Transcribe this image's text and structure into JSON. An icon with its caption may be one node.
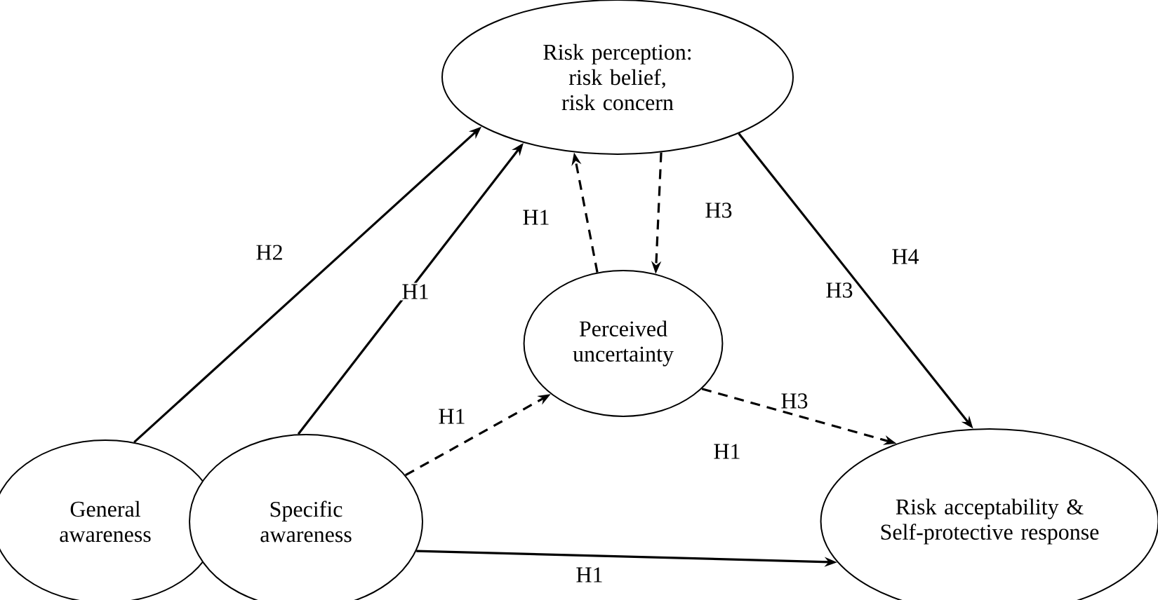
{
  "diagram": {
    "nodes": [
      {
        "text": [
          "Risk perception: risk belief, risk concern"
        ]
      },
      {
        "text": [
          "Perceived uncertainty"
        ]
      },
      {
        "text": [
          "General awareness"
        ]
      },
      {
        "text": [
          "Specific awareness"
        ]
      },
      {
        "text": [
          "Risk acceptability & Self-protective response"
        ]
      }
    ],
    "edges": [
      {
        "from": 2,
        "to": 0,
        "arrow": "to",
        "label": "H2"
      },
      {
        "from": 3,
        "to": 0,
        "arrow": "to",
        "label": "H1"
      },
      {
        "from": 1,
        "to": 0,
        "arrow": "to",
        "label": "H1",
        "style": "dashed"
      },
      {
        "from": 0,
        "to": 1,
        "arrow": "to",
        "label": "H3",
        "style": "dashed"
      },
      {
        "from": 0,
        "to": 4,
        "arrow": "to",
        "label": "H4"
      },
      {
        "from": 3,
        "to": 1,
        "arrow": "to",
        "label": "H1",
        "style": "dashed"
      },
      {
        "from": 1,
        "to": 4,
        "arrow": "to",
        "label": "H3",
        "style": "dashed"
      },
      {
        "from": 3,
        "to": 4,
        "arrow": "to",
        "label": "H1"
      }
    ],
    "labels": [
      "H3",
      "H1"
    ]
  }
}
